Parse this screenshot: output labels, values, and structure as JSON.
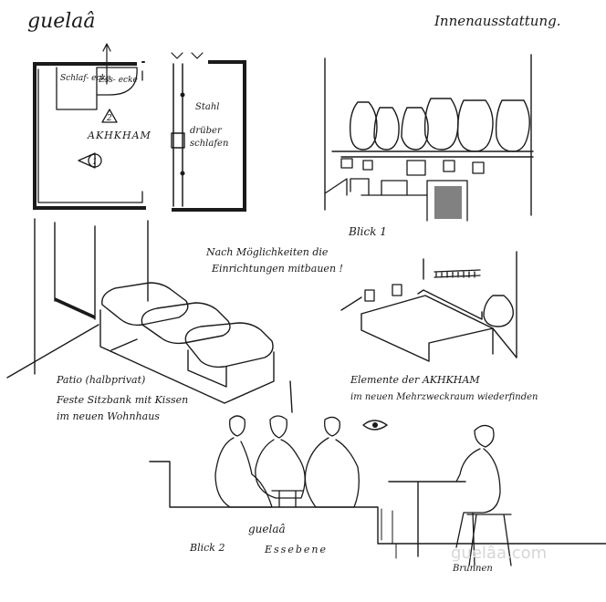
{
  "header": {
    "left_title": "guelaâ",
    "right_title": "Innenausstattung."
  },
  "floor_plan": {
    "label_schlafecke": "Schlaf- ecke",
    "label_essecke": "Ess- ecke",
    "room_name": "AKHKHAM",
    "marker_1": "1",
    "marker_2": "2"
  },
  "section_plan": {
    "label_line1": "Stahl",
    "label_line2": "drüber",
    "label_line3": "schlafen"
  },
  "blick1": {
    "caption": "Blick 1"
  },
  "note": {
    "line1": "Nach Möglichkeiten die",
    "line2": "Einrichtungen mitbauen !"
  },
  "patio": {
    "caption_line1": "Patio (halbprivat)",
    "caption_line2": "Feste Sitzbank mit Kissen",
    "caption_line3": "im neuen Wohnhaus"
  },
  "akhkham": {
    "caption_line1": "Elemente der AKHKHAM",
    "caption_line2": "im neuen Mehrzweckraum wiederfinden"
  },
  "blick2": {
    "label_guelaa": "guelaâ",
    "label_blick": "Blick 2",
    "label_essebene": "Essebene",
    "label_brunnen": "Brunnen"
  },
  "watermark": "guelâa.com"
}
